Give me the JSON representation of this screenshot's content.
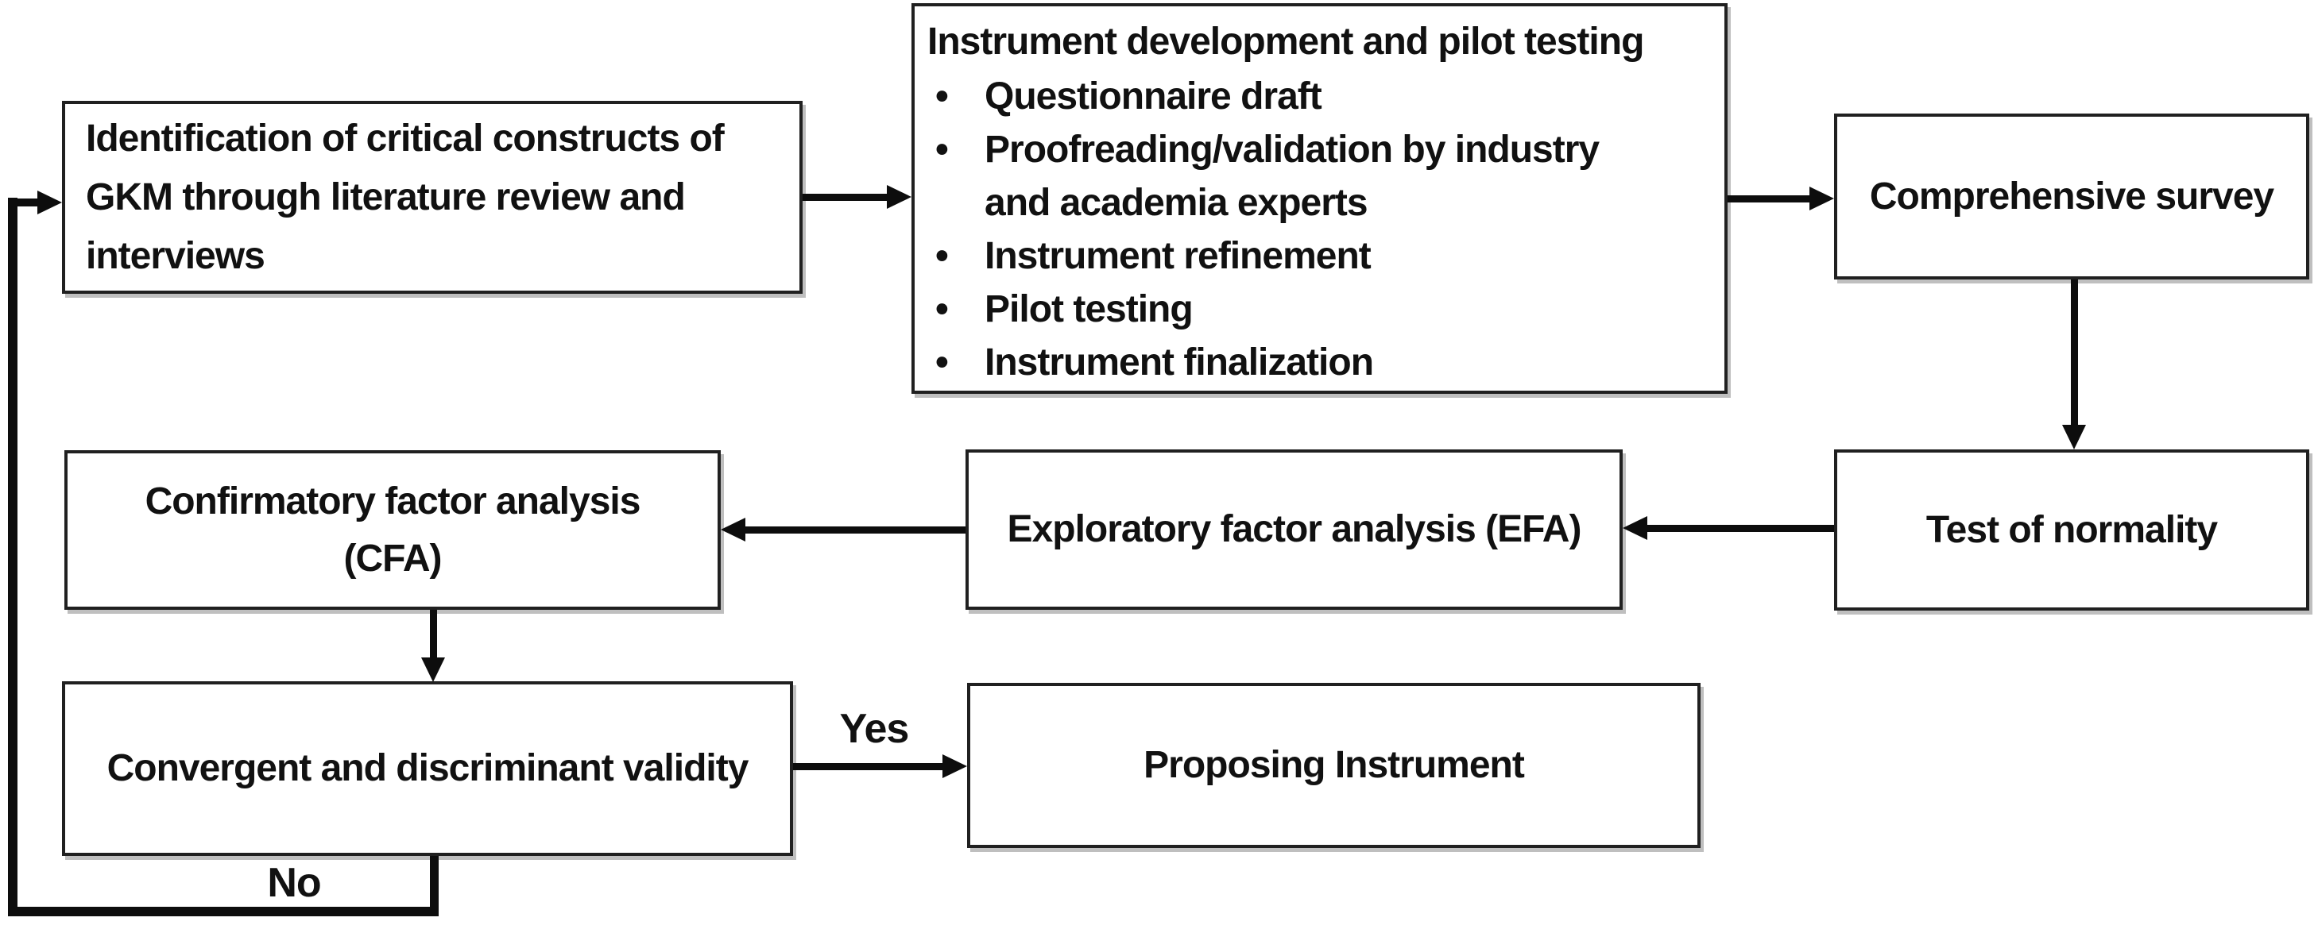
{
  "figure": {
    "type": "flowchart",
    "background": "#ffffff",
    "line_color": "#0d0d0d",
    "box_border_color": "#202020",
    "text_color": "#111111",
    "bullet_glyph": "•"
  },
  "nodes": {
    "identification": {
      "label": "Identification of critical constructs of GKM through literature review and interviews",
      "lines": [
        "Identification of critical constructs of",
        "GKM through literature review and",
        "interviews"
      ]
    },
    "instrument": {
      "title": "Instrument development and pilot testing",
      "bullets": [
        [
          "Questionnaire draft"
        ],
        [
          "Proofreading/validation by industry",
          "and academia experts"
        ],
        [
          "Instrument refinement"
        ],
        [
          "Pilot testing"
        ],
        [
          "Instrument finalization"
        ]
      ]
    },
    "survey": {
      "label": "Comprehensive survey"
    },
    "normality": {
      "label": "Test of normality"
    },
    "efa": {
      "label": "Exploratory factor analysis (EFA)"
    },
    "cfa": {
      "label": "Confirmatory factor analysis (CFA)",
      "lines": [
        "Confirmatory factor analysis",
        "(CFA)"
      ]
    },
    "validity": {
      "label": "Convergent and discriminant validity"
    },
    "proposing": {
      "label": "Proposing Instrument"
    }
  },
  "edges": [
    {
      "from": "identification",
      "to": "instrument",
      "label": ""
    },
    {
      "from": "instrument",
      "to": "survey",
      "label": ""
    },
    {
      "from": "survey",
      "to": "normality",
      "label": ""
    },
    {
      "from": "normality",
      "to": "efa",
      "label": ""
    },
    {
      "from": "efa",
      "to": "cfa",
      "label": ""
    },
    {
      "from": "cfa",
      "to": "validity",
      "label": ""
    },
    {
      "from": "validity",
      "to": "proposing",
      "label": "Yes"
    },
    {
      "from": "validity",
      "to": "identification",
      "label": "No"
    }
  ]
}
